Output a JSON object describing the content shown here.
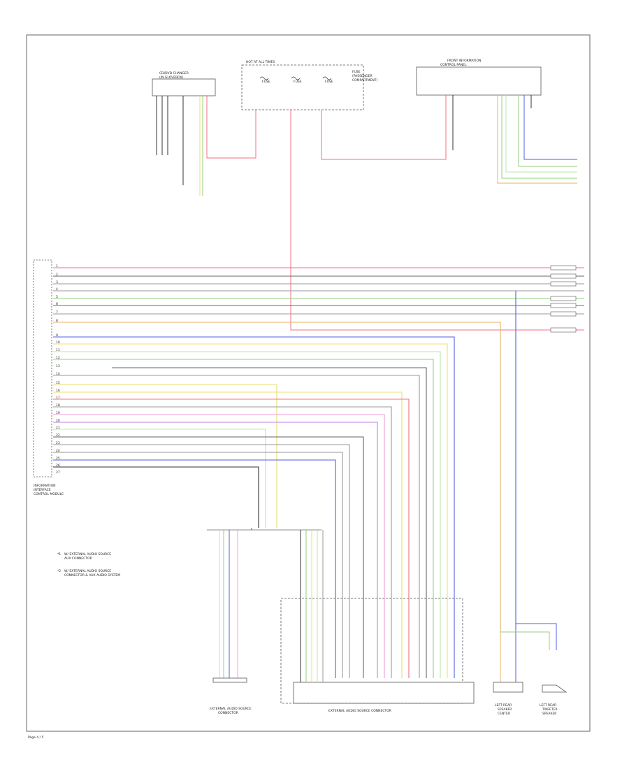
{
  "page_label": "Page 4 / 5",
  "components": {
    "audio_unit": {
      "title_1": "CD/DVD CHANGER",
      "title_2": "(IN GLOVEBOX)"
    },
    "fuse_block": {
      "title_1": "HOT AT ALL TIMES",
      "title_2": "FUSE",
      "title_3": "(PASSENGER",
      "title_4": "COMPARTMENT)",
      "fuse_names": [
        "FUSE",
        "FUSE",
        "FUSE"
      ]
    },
    "front_info": {
      "title_1": "FRONT INFORMATION",
      "title_2": "CONTROL PANEL"
    },
    "interior_hub": {
      "title_1": "INFORMATION",
      "title_2": "INTERFACE",
      "title_3": "CONTROL MODULE"
    },
    "aux_ext_1": {
      "title_1": "EXTERNAL AUDIO SOURCE",
      "title_2": "CONNECTOR"
    },
    "aux_ext_2": {
      "title_1": "EXTERNAL AUDIO SOURCE CONNECTOR"
    },
    "left_speaker": {
      "title_1": "LEFT REAR",
      "title_2": "SPEAKER",
      "title_3": "CENTER"
    },
    "right_speaker": {
      "title_1": "LEFT REAR",
      "title_2": "TWEETER",
      "title_3": "SPEAKER"
    }
  },
  "notes": [
    {
      "marker": "*1",
      "text_1": "W/ EXTERNAL AUDIO SOURCE",
      "text_2": "AUX CONNECTOR"
    },
    {
      "marker": "*2",
      "text_1": "W/ EXTERNAL AUDIO SOURCE",
      "text_2": "CONNECTOR & AUX AUDIO SYSTEM"
    }
  ],
  "pin_labels": [
    "1",
    "2",
    "3",
    "4",
    "5",
    "6",
    "7",
    "8",
    "9",
    "10",
    "11",
    "12",
    "13",
    "14",
    "15",
    "16",
    "17",
    "18",
    "19",
    "20",
    "21",
    "22",
    "23",
    "24",
    "25",
    "26",
    "27"
  ],
  "wire_colors": {
    "red": "#f07080",
    "gray": "#9a9a9a",
    "dark_gray": "#666666",
    "black": "#333333",
    "green": "#8fd17a",
    "blue": "#5060e0",
    "yellow": "#e8e070",
    "orange": "#e8b060",
    "pink": "#f09cd8",
    "light_green": "#b8e8a8",
    "violet": "#c080e0"
  }
}
